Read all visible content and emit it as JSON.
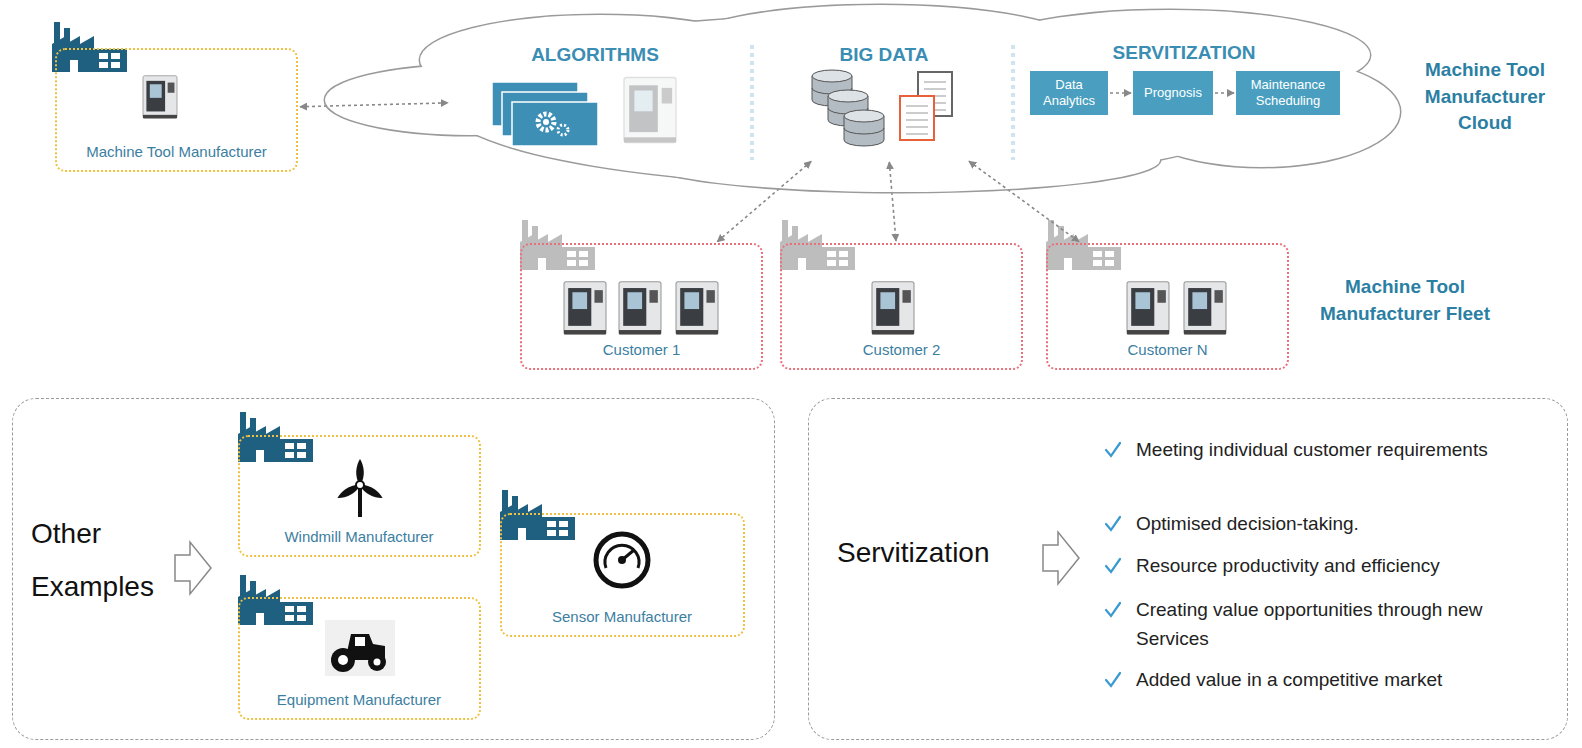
{
  "diagram": {
    "nodes": [
      {
        "text": [
          "Machine Tool Manufacturer"
        ]
      },
      {
        "text": [
          "Machine Tool Manufacturer Cloud"
        ]
      },
      {
        "text": [
          "ALGORITHMS"
        ],
        "in": 1
      },
      {
        "text": [
          "BIG DATA"
        ],
        "in": 1
      },
      {
        "text": [
          "SERVITIZATION"
        ],
        "in": 1
      },
      {
        "text": [
          "Data Analytics"
        ],
        "in": 4
      },
      {
        "text": [
          "Prognosis"
        ],
        "in": 4
      },
      {
        "text": [
          "Maintenance Scheduling"
        ],
        "in": 4
      },
      {
        "text": [
          "Customer 1"
        ]
      },
      {
        "text": [
          "Customer 2"
        ]
      },
      {
        "text": [
          "Customer N"
        ]
      },
      {
        "text": [
          "Other Examples"
        ]
      },
      {
        "text": [
          "Windmill Manufacturer"
        ],
        "in": 11
      },
      {
        "text": [
          "Equipment Manufacturer"
        ],
        "in": 11
      },
      {
        "text": [
          "Sensor Manufacturer"
        ],
        "in": 11
      },
      {
        "text": [
          "Servitization",
          "Meeting individual customer requirements",
          "Optimised decision-taking.",
          "Resource productivity and efficiency",
          "Creating value opportunities through new Services",
          "Added value in a competitive market"
        ]
      }
    ],
    "edges": [
      {
        "from": 0,
        "to": 2,
        "arrow": "both"
      },
      {
        "from": 5,
        "to": 6,
        "arrow": "to"
      },
      {
        "from": 6,
        "to": 7,
        "arrow": "to"
      },
      {
        "from": 3,
        "to": 8,
        "arrow": "both"
      },
      {
        "from": 3,
        "to": 9,
        "arrow": "both"
      },
      {
        "from": 3,
        "to": 10,
        "arrow": "both"
      }
    ],
    "labels": [
      "Machine Tool Manufacturer Fleet"
    ]
  }
}
